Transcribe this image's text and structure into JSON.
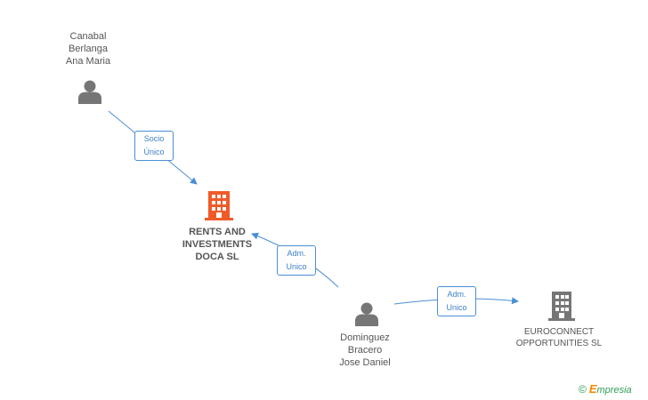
{
  "colors": {
    "edge": "#4a8fd6",
    "person_icon": "#767676",
    "company_main": "#f05a28",
    "company_other": "#767676",
    "brand_green": "#2f9f57",
    "brand_orange": "#f08a00"
  },
  "nodes": {
    "canabal": {
      "type": "person",
      "lines": [
        "Canabal",
        "Berlanga",
        "Ana Maria"
      ]
    },
    "rents": {
      "type": "company",
      "lines": [
        "RENTS AND",
        "INVESTMENTS",
        "DOCA SL"
      ]
    },
    "dominguez": {
      "type": "person",
      "lines": [
        "Dominguez",
        "Bracero",
        "Jose Daniel"
      ]
    },
    "euroconnect": {
      "type": "company",
      "lines": [
        "EUROCONNECT",
        "OPPORTUNITIES SL"
      ]
    }
  },
  "edges": [
    {
      "from": "canabal",
      "to": "rents",
      "label": [
        "Socio",
        "Único"
      ]
    },
    {
      "from": "dominguez",
      "to": "rents",
      "label": [
        "Adm.",
        "Unico"
      ]
    },
    {
      "from": "dominguez",
      "to": "euroconnect",
      "label": [
        "Adm.",
        "Unico"
      ]
    }
  ],
  "watermark": {
    "copyright": "©",
    "brand_initial": "E",
    "brand_rest": "mpresia"
  }
}
